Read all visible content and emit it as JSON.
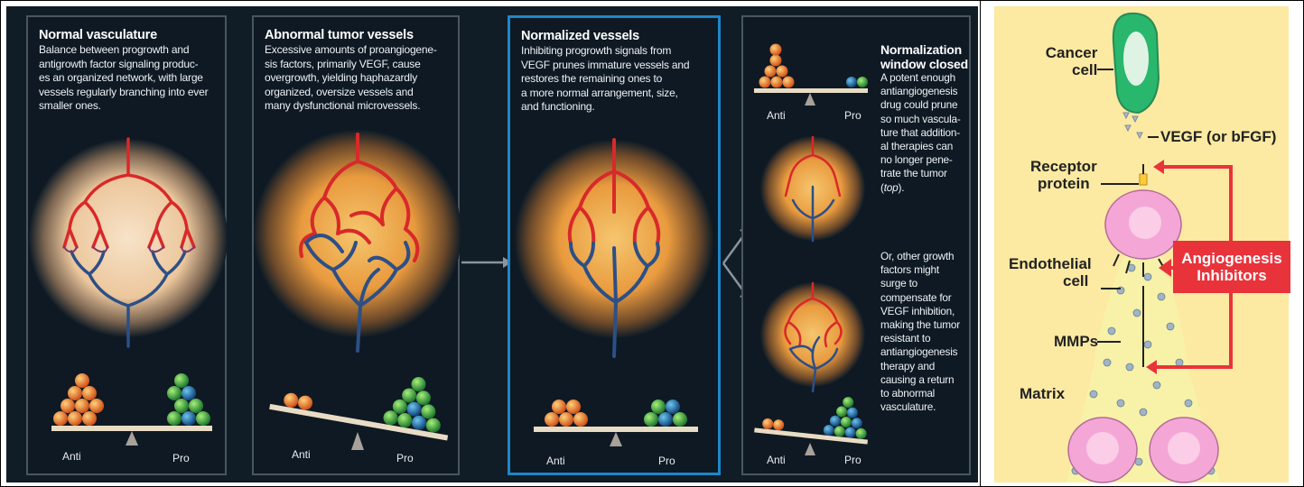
{
  "panels": [
    {
      "title": "Normal vasculature",
      "description": "Balance between progrowth and antigrowth factor signaling produces an organized network, with large vessels regularly branching into ever smaller ones.",
      "desc_lines": [
        "Balance between progrowth and",
        "antigrowth factor signaling produc-",
        "es an organized network, with large",
        "vessels regularly branching into ever",
        "smaller ones."
      ],
      "anti_label": "Anti",
      "pro_label": "Pro"
    },
    {
      "title": "Abnormal tumor vessels",
      "desc_lines": [
        "Excessive amounts of proangiogene-",
        "sis factors, primarily VEGF, cause",
        "overgrowth, yielding haphazardly",
        "organized, oversize vessels and",
        "many dysfunctional microvessels."
      ],
      "anti_label": "Anti",
      "pro_label": "Pro"
    },
    {
      "title": "Normalized vessels",
      "desc_lines": [
        "Inhibiting progrowth signals from",
        "VEGF prunes immature vessels and",
        "restores the remaining ones to",
        "a more normal arrangement, size,",
        "and functioning."
      ],
      "anti_label": "Anti",
      "pro_label": "Pro"
    },
    {
      "title_lines": [
        "Normalization",
        "window closed"
      ],
      "text1_lines": [
        "A potent enough",
        "antiangiogenesis",
        "drug could prune",
        "so much vascula-",
        "ture that addition-",
        "al therapies can",
        "no longer pene-",
        "trate the tumor",
        "(top)."
      ],
      "text2_lines": [
        "Or, other growth",
        "factors might",
        "surge to",
        "compensate for",
        "VEGF inhibition,",
        "making the tumor",
        "resistant to",
        "antiangiogenesis",
        "therapy and",
        "causing a return",
        "to abnormal",
        "vasculature."
      ],
      "top_anti": "Anti",
      "top_pro": "Pro",
      "bottom_anti": "Anti",
      "bottom_pro": "Pro"
    }
  ],
  "right_diagram": {
    "cancer_cell": [
      "Cancer",
      "cell"
    ],
    "vegf": "VEGF (or bFGF)",
    "receptor": [
      "Receptor",
      "protein"
    ],
    "endothelial": [
      "Endothelial",
      "cell"
    ],
    "mmps": "MMPs",
    "matrix": "Matrix",
    "inhibitors": [
      "Angiogenesis",
      "Inhibitors"
    ]
  },
  "colors": {
    "background": "#101c26",
    "highlight_border": "#1d86c8",
    "artery": "#d8292a",
    "vein": "#2d4f86",
    "inhibitor_arrow": "#e9333b",
    "right_bg": "#fce9a2"
  }
}
